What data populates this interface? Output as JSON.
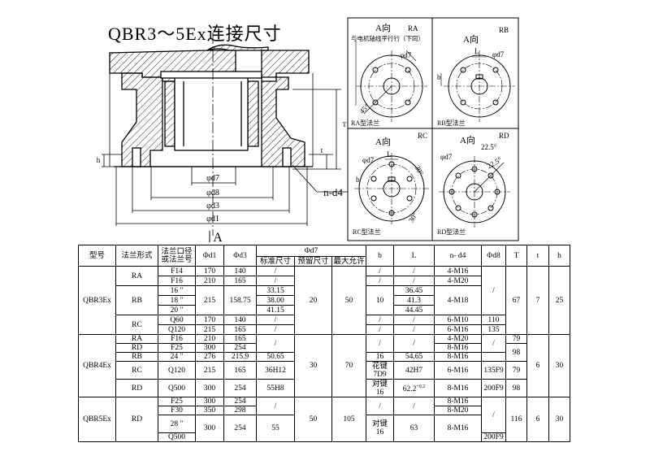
{
  "title": "QBR3～5Ex连接尺寸",
  "section": {
    "dims": {
      "d1": "φd1",
      "d3": "φd3",
      "d8": "φd8",
      "d7": "φd7",
      "nd4": "n-d4",
      "T": "T",
      "t": "t",
      "h": "h",
      "A": "A"
    }
  },
  "flanges": {
    "RA": {
      "tag": "RA",
      "arrow": "A向",
      "note": "与电机轴线平行行（下同）",
      "d7": "φd7",
      "angle": "45°",
      "caption": "RA型法兰"
    },
    "RB": {
      "tag": "RB",
      "arrow": "A向",
      "d7": "φd7",
      "L": "L",
      "b": "b",
      "caption": "RB型法兰"
    },
    "RC": {
      "tag": "RC",
      "arrow": "A向",
      "d7": "φd7",
      "L": "L",
      "b": "b",
      "a1": "30°",
      "a2": "30°",
      "caption": "RC型法兰"
    },
    "RD": {
      "tag": "RD",
      "arrow": "A向",
      "d7": "φd7",
      "a1": "22.5°",
      "a2": "22.5°",
      "caption": "RD型法兰"
    }
  },
  "table": {
    "h": {
      "model": "型号",
      "form": "法兰形式",
      "code": "法兰口径\n或法兰号",
      "d1": "Φd1",
      "d3": "Φd3",
      "d7": "Φd7",
      "std": "标准尺寸",
      "pre": "预留尺寸",
      "max": "最大允许",
      "b": "b",
      "L": "L",
      "nd4": "n- d4",
      "d8": "Φd8",
      "T": "T",
      "t": "t",
      "hh": "h"
    },
    "q3": {
      "model": "QBR3Ex",
      "RA": "RA",
      "RB": "RB",
      "RC": "RC",
      "r1": {
        "code": "F14",
        "d1": "170",
        "d3": "140",
        "std": "/",
        "b": "/",
        "L": "/",
        "nd4": "4-M16"
      },
      "r2": {
        "code": "F16",
        "d1": "210",
        "d3": "165",
        "std": "/",
        "b": "/",
        "L": "/",
        "nd4": "4-M20"
      },
      "r3": {
        "code": "16 \"",
        "std": "33.15",
        "L": "36.45"
      },
      "r4": {
        "code": "18 \"",
        "std": "38.00",
        "L": "41.3"
      },
      "r5": {
        "code": "20 \"",
        "std": "41.15",
        "L": "44.45"
      },
      "rbShared": {
        "d1": "215",
        "d3": "158.75",
        "b": "10",
        "nd4": "4-M18"
      },
      "pre": "20",
      "max": "50",
      "d8": "/",
      "r6": {
        "code": "Q60",
        "d1": "170",
        "d3": "140",
        "std": "/",
        "b": "/",
        "L": "/",
        "nd4": "6-M10",
        "d8": "110"
      },
      "r7": {
        "code": "Q120",
        "d1": "215",
        "d3": "165",
        "std": "/",
        "b": "/",
        "L": "/",
        "nd4": "6-M16",
        "d8": "135"
      },
      "T": "67",
      "t": "7",
      "h": "25"
    },
    "q4": {
      "model": "QBR4Ex",
      "RA": "RA",
      "RD1": "RD",
      "RB": "RB",
      "RC": "RC",
      "RD2": "RD",
      "r1": {
        "code": "F16",
        "d1": "210",
        "d3": "165",
        "std": "/",
        "nd4": "4-M20",
        "T": "79"
      },
      "r2": {
        "code": "F25",
        "d1": "300",
        "d3": "254",
        "nd4": "8-M16"
      },
      "r12": {
        "b": "/",
        "L": "/",
        "d8": "/",
        "T": "98"
      },
      "r3": {
        "code": "24 \"",
        "d1": "276",
        "d3": "215.9",
        "std": "50.65",
        "b": "16",
        "L": "54.65",
        "nd4": "8-M16"
      },
      "r4": {
        "code": "Q120",
        "d1": "215",
        "d3": "165",
        "std": "36H12",
        "b": "花键\n7D9",
        "L": "42H7",
        "nd4": "6-M16",
        "d8": "135F9",
        "T": "79"
      },
      "r5": {
        "code": "Q500",
        "d1": "300",
        "d3": "254",
        "std": "55H8",
        "b": "对键\n16",
        "L": "62.2",
        "Lsup": "+0.2",
        "nd4": "8-M16",
        "d8": "200F9",
        "T": "98"
      },
      "pre": "30",
      "max": "70",
      "t": "6",
      "h": "30"
    },
    "q5": {
      "model": "QBR5Ex",
      "RD": "RD",
      "r1": {
        "code": "F25",
        "d1": "300",
        "d3": "254",
        "nd4": "8-M16"
      },
      "r2": {
        "code": "F30",
        "d1": "350",
        "d3": "298",
        "nd4": "8-M20"
      },
      "r34": {
        "code": "28 \"",
        "d1": "300",
        "d3": "254",
        "std": "55",
        "b": "对键\n16",
        "L": "63",
        "nd4": "8-M16"
      },
      "r5": {
        "code": "Q500",
        "d8": "200F9"
      },
      "slash": "/",
      "pre": "50",
      "max": "105",
      "d8": "/",
      "T": "116",
      "t": "6",
      "h": "30"
    }
  }
}
